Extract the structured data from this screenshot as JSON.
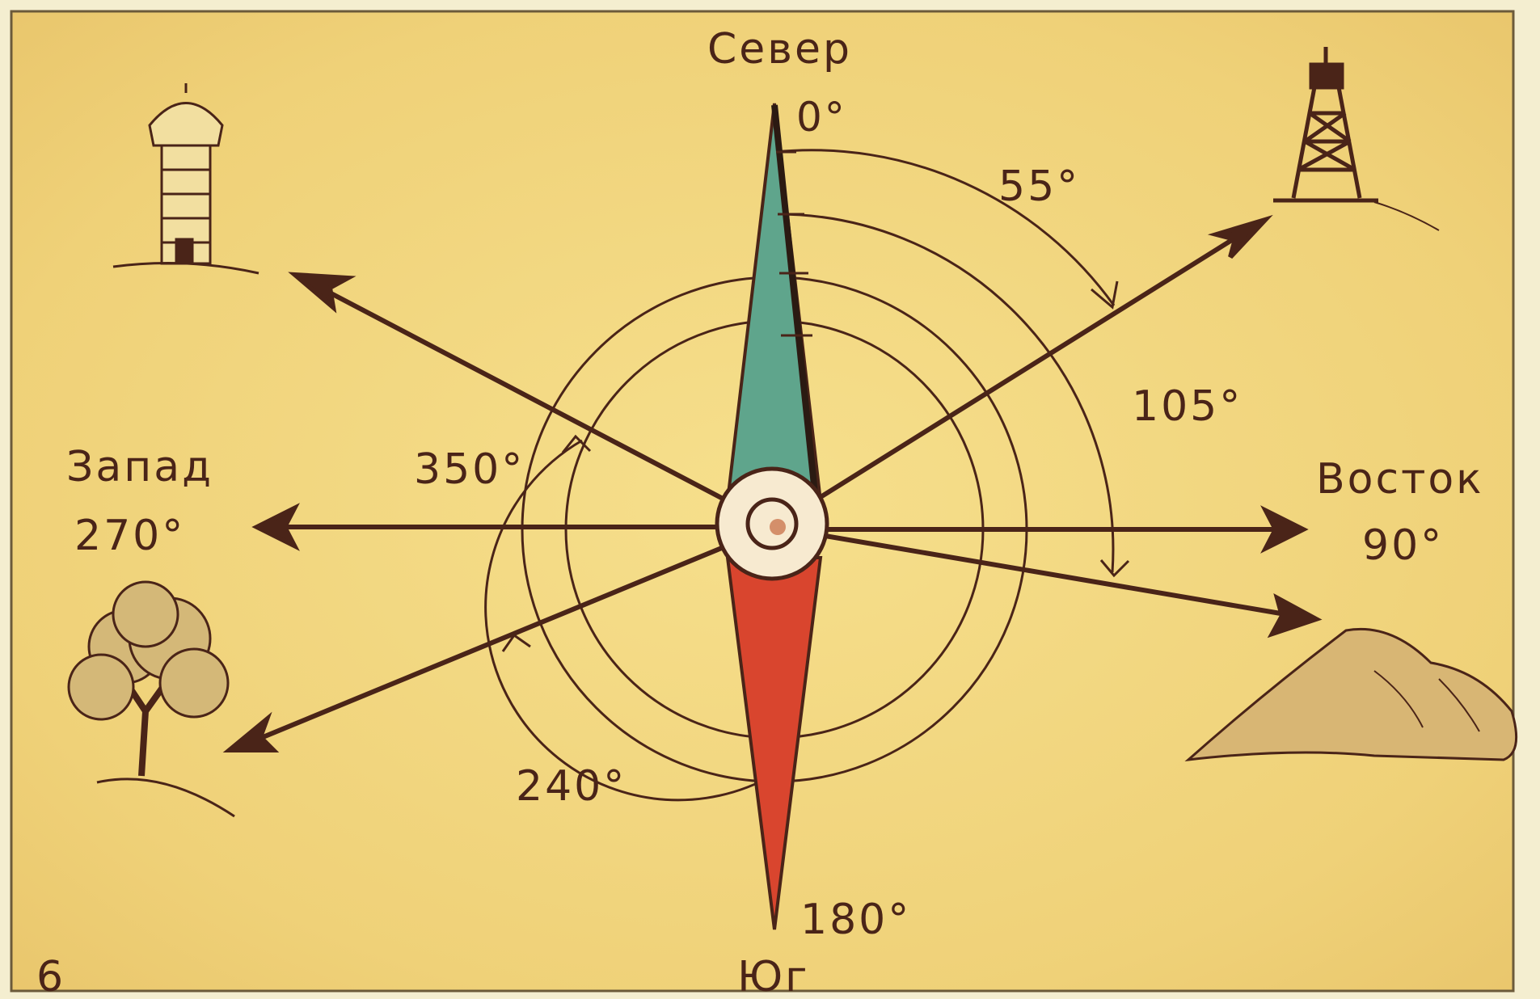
{
  "directions": {
    "north": {
      "name": "Север",
      "degrees": "0°"
    },
    "east": {
      "name": "Восток",
      "degrees": "90°"
    },
    "south": {
      "name": "Юг",
      "degrees": "180°"
    },
    "west": {
      "name": "Запад",
      "degrees": "270°"
    }
  },
  "angles": [
    {
      "label": "55°",
      "azimuth": 55,
      "landmark": "tower"
    },
    {
      "label": "105°",
      "azimuth": 105,
      "landmark": "hill"
    },
    {
      "label": "240°",
      "azimuth": 240,
      "landmark": "tree"
    },
    {
      "label": "350°",
      "azimuth": 350,
      "landmark": "water-tower"
    }
  ],
  "figure_number": "6",
  "colors": {
    "background": "#f0d982",
    "ink": "#4a2418",
    "needle_north": "#5fa58c",
    "needle_south": "#d9452e"
  },
  "icons": [
    "water-tower-icon",
    "observation-tower-icon",
    "tree-icon",
    "hill-icon"
  ]
}
